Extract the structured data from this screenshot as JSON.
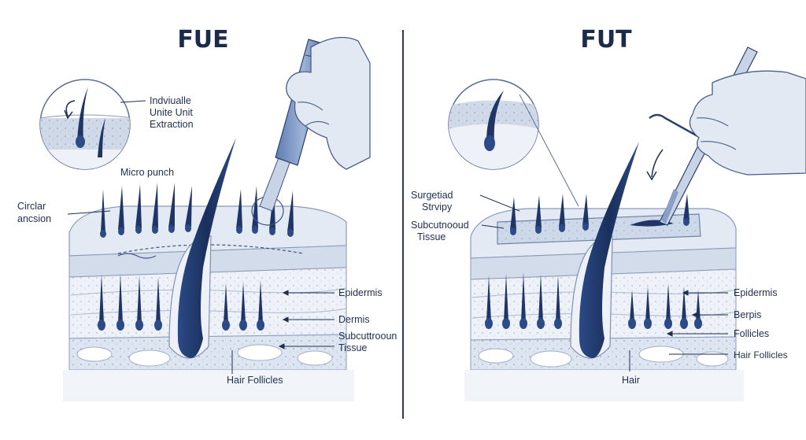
{
  "fue": {
    "title": "FUE",
    "inset_label": [
      "Indviualle",
      "Unite Unit",
      "Extraction"
    ],
    "tool_label": "Micro punch",
    "incision_label": [
      "Circlar",
      "ancsion"
    ],
    "layers": [
      "Epidermis",
      "Dermis",
      "Subcuttrooun",
      "Tissue"
    ],
    "follicle_label": "Hair Follicles"
  },
  "fut": {
    "title": "FUT",
    "strip_label": [
      "Surgetiad",
      "Strvipy"
    ],
    "tissue_label": [
      "Subcutnooud",
      "Tissue"
    ],
    "layers": [
      "Epidermis",
      "Berpis",
      "Follicles",
      "Hair Follicles"
    ],
    "hair_label": "Hair"
  },
  "colors": {
    "ink": "#1c2b4a",
    "navy": "#1f3566",
    "skin": "#dfe6f0",
    "skin_dark": "#c5d1e2",
    "glove": "#e3e9f2"
  }
}
